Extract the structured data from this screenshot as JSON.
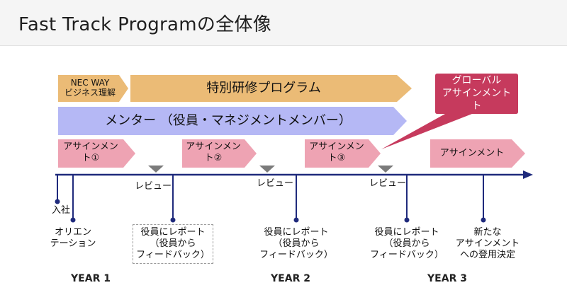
{
  "title": "Fast Track Programの全体像",
  "bars": {
    "nec_way_line1": "NEC WAY",
    "nec_way_line2": "ビジネス理解",
    "special_training": "特別研修プログラム",
    "mentor": "メンター （役員・マネジメントメンバー）",
    "global_line1": "グローバル",
    "global_line2": "アサインメント"
  },
  "assignments": [
    {
      "line1": "アサインメン",
      "line2": "ト①"
    },
    {
      "line1": "アサインメン",
      "line2": "ト②"
    },
    {
      "line1": "アサインメン",
      "line2": "ト③"
    },
    {
      "line1": "アサインメント",
      "line2": ""
    }
  ],
  "reviews": [
    "レビュー",
    "レビュー",
    "レビュー"
  ],
  "milestones": {
    "join": "入社",
    "orientation_line1": "オリエン",
    "orientation_line2": "テーション",
    "reports": [
      {
        "line1": "役員にレポート",
        "line2": "（役員から",
        "line3": "フィードバック）"
      },
      {
        "line1": "役員にレポート",
        "line2": "（役員から",
        "line3": "フィードバック）"
      },
      {
        "line1": "役員にレポート",
        "line2": "（役員から",
        "line3": "フィードバック）"
      }
    ],
    "new_assign_line1": "新たな",
    "new_assign_line2": "アサインメント",
    "new_assign_line3": "への登用決定"
  },
  "years": [
    "YEAR 1",
    "YEAR 2",
    "YEAR 3"
  ],
  "colors": {
    "orange": "#ebbb76",
    "mentor": "#b5b8f5",
    "pink": "#eea3b3",
    "crimson": "#c63a5d",
    "navy": "#1f2a7c",
    "gray": "#7b7b7b"
  }
}
